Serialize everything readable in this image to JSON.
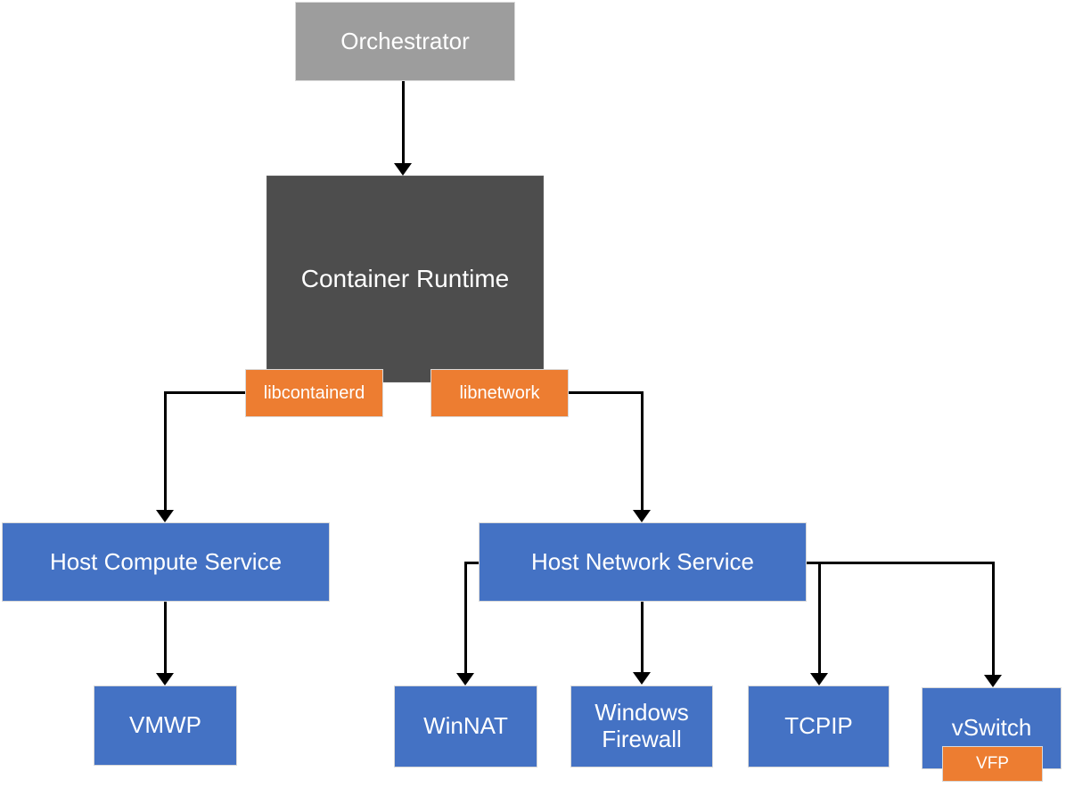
{
  "nodes": {
    "orchestrator": {
      "label": "Orchestrator",
      "fill": "#9D9D9D",
      "text_color": "#FFFFFF"
    },
    "container_runtime": {
      "label": "Container Runtime",
      "fill": "#4D4D4D",
      "text_color": "#FFFFFF"
    },
    "libcontainerd": {
      "label": "libcontainerd",
      "fill": "#ED7D31",
      "text_color": "#FFFFFF"
    },
    "libnetwork": {
      "label": "libnetwork",
      "fill": "#ED7D31",
      "text_color": "#FFFFFF"
    },
    "host_compute_service": {
      "label": "Host Compute Service",
      "fill": "#4472C4",
      "text_color": "#FFFFFF"
    },
    "host_network_service": {
      "label": "Host Network Service",
      "fill": "#4472C4",
      "text_color": "#FFFFFF"
    },
    "vmwp": {
      "label": "VMWP",
      "fill": "#4472C4",
      "text_color": "#FFFFFF"
    },
    "winnat": {
      "label": "WinNAT",
      "fill": "#4472C4",
      "text_color": "#FFFFFF"
    },
    "windows_firewall": {
      "label": "Windows Firewall",
      "fill": "#4472C4",
      "text_color": "#FFFFFF"
    },
    "tcpip": {
      "label": "TCPIP",
      "fill": "#4472C4",
      "text_color": "#FFFFFF"
    },
    "vswitch": {
      "label": "vSwitch",
      "fill": "#4472C4",
      "text_color": "#FFFFFF"
    },
    "vfp": {
      "label": "VFP",
      "fill": "#ED7D31",
      "text_color": "#FFFFFF"
    }
  },
  "edges": [
    {
      "from": "Orchestrator",
      "to": "Container Runtime"
    },
    {
      "from": "libcontainerd",
      "to": "Host Compute Service"
    },
    {
      "from": "libnetwork",
      "to": "Host Network Service"
    },
    {
      "from": "Host Compute Service",
      "to": "VMWP"
    },
    {
      "from": "Host Network Service",
      "to": "WinNAT"
    },
    {
      "from": "Host Network Service",
      "to": "Windows Firewall"
    },
    {
      "from": "Host Network Service",
      "to": "TCPIP"
    },
    {
      "from": "Host Network Service",
      "to": "vSwitch"
    }
  ],
  "connector_color": "#000000",
  "background": "#FFFFFF"
}
